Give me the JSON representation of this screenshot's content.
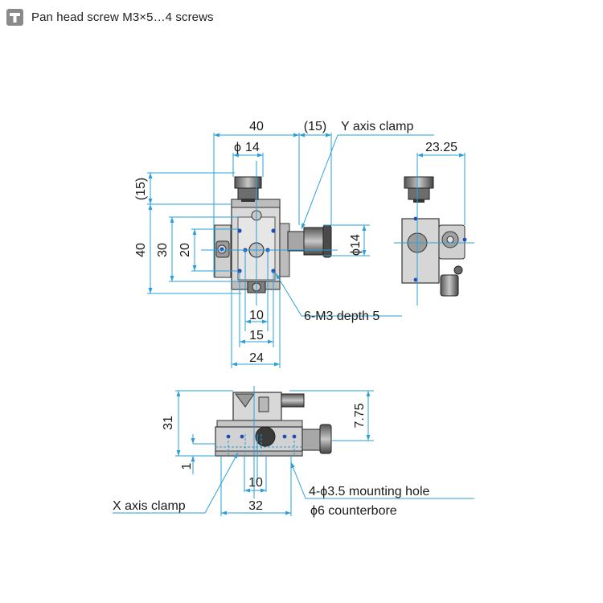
{
  "header": {
    "icon": "screw-icon",
    "title": "Pan head screw M3×5…4 screws"
  },
  "top_view": {
    "dims": {
      "width_40": "40",
      "offset_15": "(15)",
      "phi14_knob": "14",
      "height_15": "(15)",
      "height_40": "40",
      "height_30": "30",
      "height_20": "20",
      "hole_10": "10",
      "hole_15": "15",
      "base_24": "24",
      "phi14_side": "14"
    },
    "labels": {
      "y_clamp": "Y axis clamp",
      "holes": "6-M3 depth 5"
    }
  },
  "side_view": {
    "dims": {
      "offset_2325": "23.25"
    }
  },
  "front_view": {
    "dims": {
      "height_31": "31",
      "height_775": "7.75",
      "thick_1": "1",
      "hole_10": "10",
      "base_32": "32"
    },
    "labels": {
      "x_clamp": "X axis clamp",
      "mount_line1": "4-ϕ3.5 mounting hole",
      "mount_line2": "ϕ6 counterbore"
    }
  },
  "colors": {
    "dimension": "#2a9fd8",
    "part_dark": "#3a3a3a",
    "part_mid": "#8c8c8c",
    "part_light": "#d4d4d4",
    "hole_mark": "#1f4fb3"
  }
}
